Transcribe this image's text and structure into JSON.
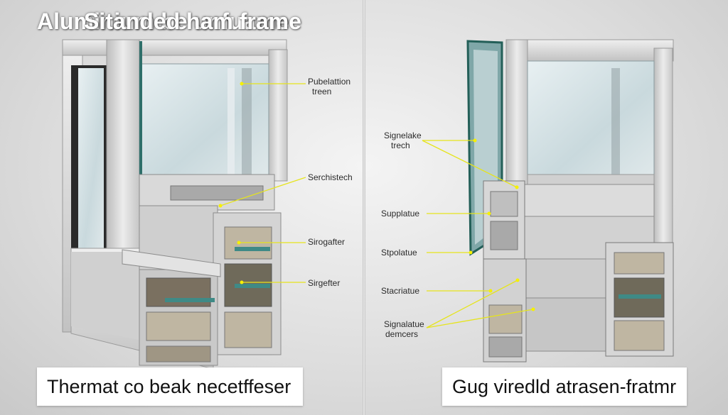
{
  "left": {
    "title": "Aluminium be unfuame",
    "caption": "Thermat co beak necetffeser",
    "labels": {
      "top": [
        "Pubelattion",
        "treen"
      ],
      "mid1": "Serchistech",
      "mid2": "Sirogafter",
      "mid3": "Sirgefter"
    }
  },
  "right": {
    "title": "Sitanded ham frame",
    "caption": "Gug viredld atrasen-fratmr",
    "labels": {
      "top": [
        "Signelake",
        "trech"
      ],
      "mid1": "Supplatue",
      "mid2": "Stpolatue",
      "mid3": "Stacriatue",
      "bottom": [
        "Signalatue",
        "demcers"
      ]
    }
  },
  "colors": {
    "aluminum": "#d8d8d8",
    "glass": "#cfe0e4",
    "insulation": "#bfb6a2",
    "leader_line": "#e6e41c",
    "dot": "#f5f000"
  }
}
